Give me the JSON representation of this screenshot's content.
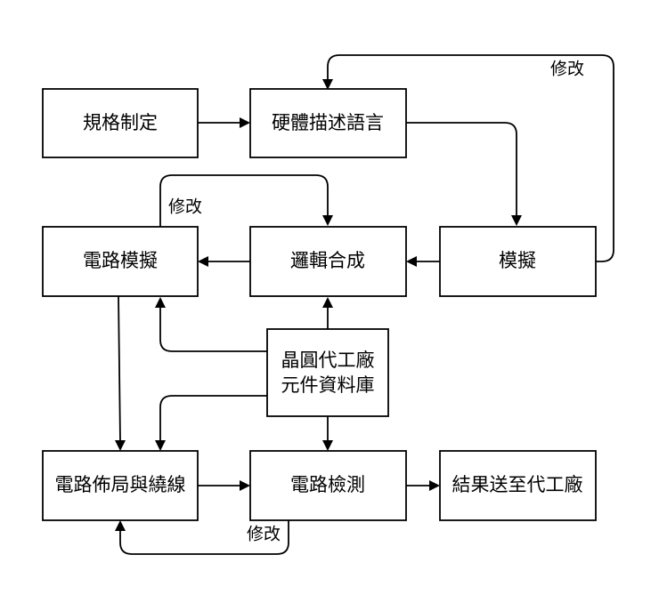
{
  "diagram": {
    "nodes": {
      "spec": "規格制定",
      "hdl": "硬體描述語言",
      "sim": "模擬",
      "synth": "邏輯合成",
      "circuit_sim": "電路模擬",
      "foundry_lib": [
        "晶圓代工廠",
        "元件資料庫"
      ],
      "place_route": "電路佈局與繞線",
      "check": "電路檢測",
      "send": "結果送至代工廠"
    },
    "edge_labels": {
      "sim_to_hdl": "修改",
      "circuit_sim_to_synth": "修改",
      "check_to_place_route": "修改"
    },
    "edges": [
      {
        "from": "規格制定",
        "to": "硬體描述語言"
      },
      {
        "from": "硬體描述語言",
        "to": "模擬"
      },
      {
        "from": "模擬",
        "to": "硬體描述語言",
        "label": "修改"
      },
      {
        "from": "模擬",
        "to": "邏輯合成"
      },
      {
        "from": "邏輯合成",
        "to": "電路模擬"
      },
      {
        "from": "電路模擬",
        "to": "邏輯合成",
        "label": "修改"
      },
      {
        "from": "晶圓代工廠 元件資料庫",
        "to": "邏輯合成"
      },
      {
        "from": "晶圓代工廠 元件資料庫",
        "to": "電路模擬"
      },
      {
        "from": "晶圓代工廠 元件資料庫",
        "to": "電路佈局與繞線"
      },
      {
        "from": "晶圓代工廠 元件資料庫",
        "to": "電路檢測"
      },
      {
        "from": "電路模擬",
        "to": "電路佈局與繞線"
      },
      {
        "from": "電路佈局與繞線",
        "to": "電路檢測"
      },
      {
        "from": "電路檢測",
        "to": "電路佈局與繞線",
        "label": "修改"
      },
      {
        "from": "電路檢測",
        "to": "結果送至代工廠"
      }
    ]
  }
}
